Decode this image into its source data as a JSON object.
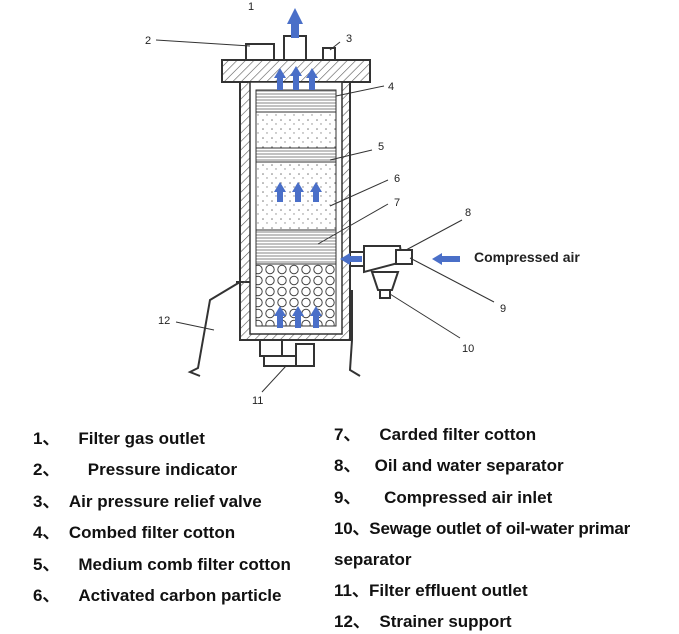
{
  "diagram": {
    "callouts": [
      "1",
      "2",
      "3",
      "4",
      "5",
      "6",
      "7",
      "8",
      "9",
      "10",
      "11",
      "12"
    ],
    "compressed_air_label": "Compressed air"
  },
  "legend": {
    "left": [
      "1、    Filter gas outlet",
      "2、      Pressure indicator",
      "3、  Air pressure relief valve",
      "4、  Combed filter cotton",
      "5、    Medium comb filter cotton",
      "6、    Activated carbon particle"
    ],
    "right": [
      "7、    Carded filter cotton",
      "8、   Oil and water separator",
      "9、     Compressed air inlet",
      "10、Sewage outlet of oil-water primar",
      "separator",
      "11、Filter effluent outlet",
      "12、  Strainer support"
    ]
  },
  "colors": {
    "arrow": "#4a6fc8",
    "line": "#333333"
  }
}
